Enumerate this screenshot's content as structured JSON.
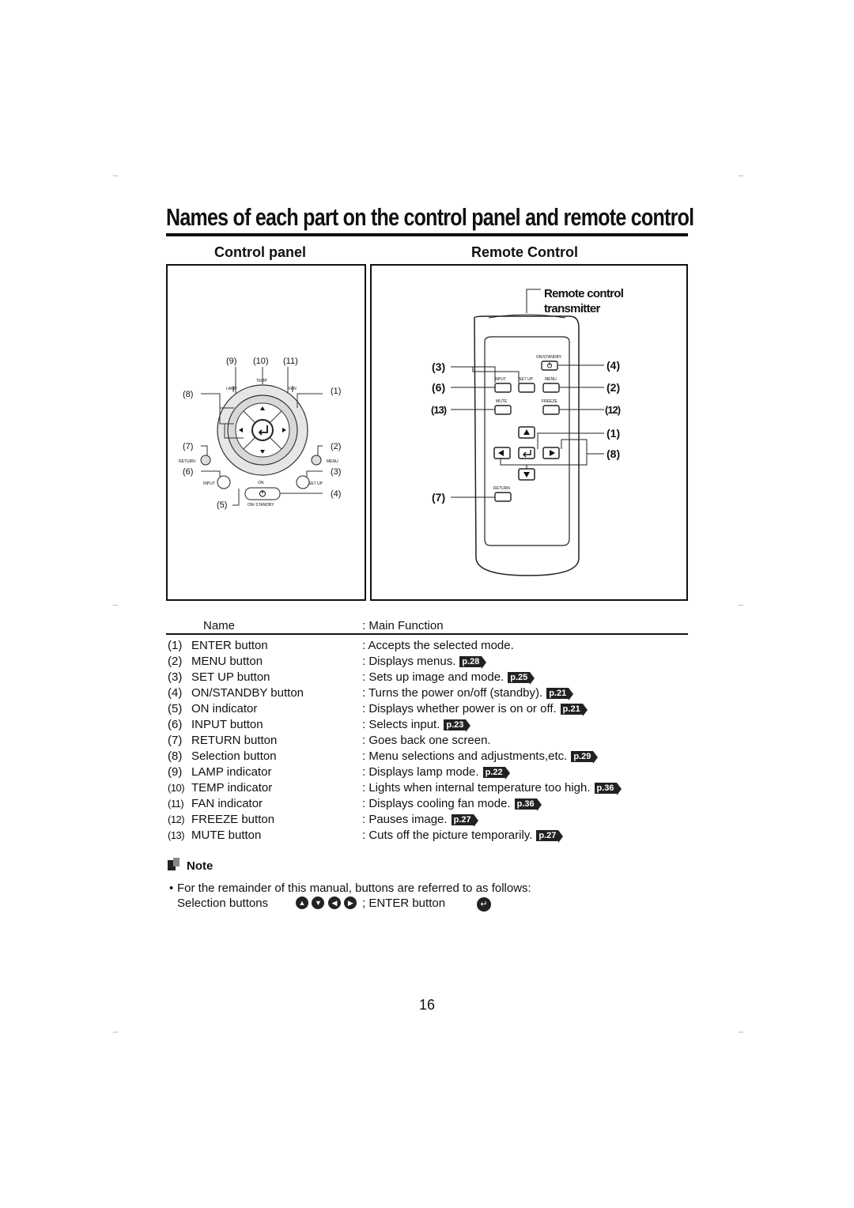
{
  "page_title": "Names of each part on the control panel and remote control",
  "sections": {
    "control_panel": "Control panel",
    "remote_control": "Remote Control"
  },
  "control_panel_figure": {
    "callouts": [
      "(1)",
      "(2)",
      "(3)",
      "(4)",
      "(5)",
      "(6)",
      "(7)",
      "(8)",
      "(9)",
      "(10)",
      "(11)"
    ],
    "labels": {
      "lamp": "LAMP",
      "temp": "TEMP",
      "fan": "FAN",
      "return": "RETURN",
      "menu": "MENU",
      "input": "INPUT",
      "on": "ON",
      "set_up": "SET UP",
      "on_standby": "ON/ STANDBY"
    }
  },
  "remote_figure": {
    "transmitter_label_line1": "Remote control",
    "transmitter_label_line2": "transmitter",
    "callouts": [
      "(3)",
      "(6)",
      "(13)",
      "(7)",
      "(4)",
      "(2)",
      "(12)",
      "(1)",
      "(8)"
    ],
    "labels": {
      "on_standby": "ON/STANDBY",
      "input": "INPUT",
      "set_up": "SET UP",
      "menu": "MENU",
      "mute": "MUTE",
      "freeze": "FREEZE",
      "return": "RETURN"
    }
  },
  "table": {
    "header_name": "Name",
    "header_function": ": Main Function",
    "rows": [
      {
        "num": "(1)",
        "name": "ENTER button",
        "func": ": Accepts the selected mode.",
        "ref": ""
      },
      {
        "num": "(2)",
        "name": "MENU button",
        "func": ": Displays menus.",
        "ref": "p.28"
      },
      {
        "num": "(3)",
        "name": "SET UP button",
        "func": ": Sets up image and mode.",
        "ref": "p.25"
      },
      {
        "num": "(4)",
        "name": "ON/STANDBY button",
        "func": ": Turns the power on/off (standby).",
        "ref": "p.21"
      },
      {
        "num": "(5)",
        "name": "ON indicator",
        "func": ": Displays whether power is on or off.",
        "ref": "p.21"
      },
      {
        "num": "(6)",
        "name": "INPUT button",
        "func": ": Selects input.",
        "ref": "p.23"
      },
      {
        "num": "(7)",
        "name": "RETURN button",
        "func": ": Goes back one screen.",
        "ref": ""
      },
      {
        "num": "(8)",
        "name": "Selection button",
        "func": ": Menu selections and adjustments,etc.",
        "ref": "p.29"
      },
      {
        "num": "(9)",
        "name": "LAMP indicator",
        "func": ": Displays lamp mode.",
        "ref": "p.22"
      },
      {
        "num": "(10)",
        "name": "TEMP indicator",
        "func": ": Lights when internal temperature too high.",
        "ref": "p.36"
      },
      {
        "num": "(11)",
        "name": "FAN indicator",
        "func": ": Displays cooling fan mode.",
        "ref": "p.36"
      },
      {
        "num": "(12)",
        "name": "FREEZE button",
        "func": ": Pauses image.",
        "ref": "p.27"
      },
      {
        "num": "(13)",
        "name": "MUTE button",
        "func": ": Cuts off the picture temporarily.",
        "ref": "p.27"
      }
    ]
  },
  "note": {
    "heading": "Note",
    "text": "For the remainder of this manual, buttons are referred to as follows:",
    "selection_label": "Selection buttons",
    "enter_label": "; ENTER button"
  },
  "page_number": "16",
  "icons": [
    "note-icon",
    "enter-icon",
    "arrow-up-icon",
    "arrow-down-icon",
    "arrow-left-icon",
    "arrow-right-icon",
    "power-icon"
  ]
}
